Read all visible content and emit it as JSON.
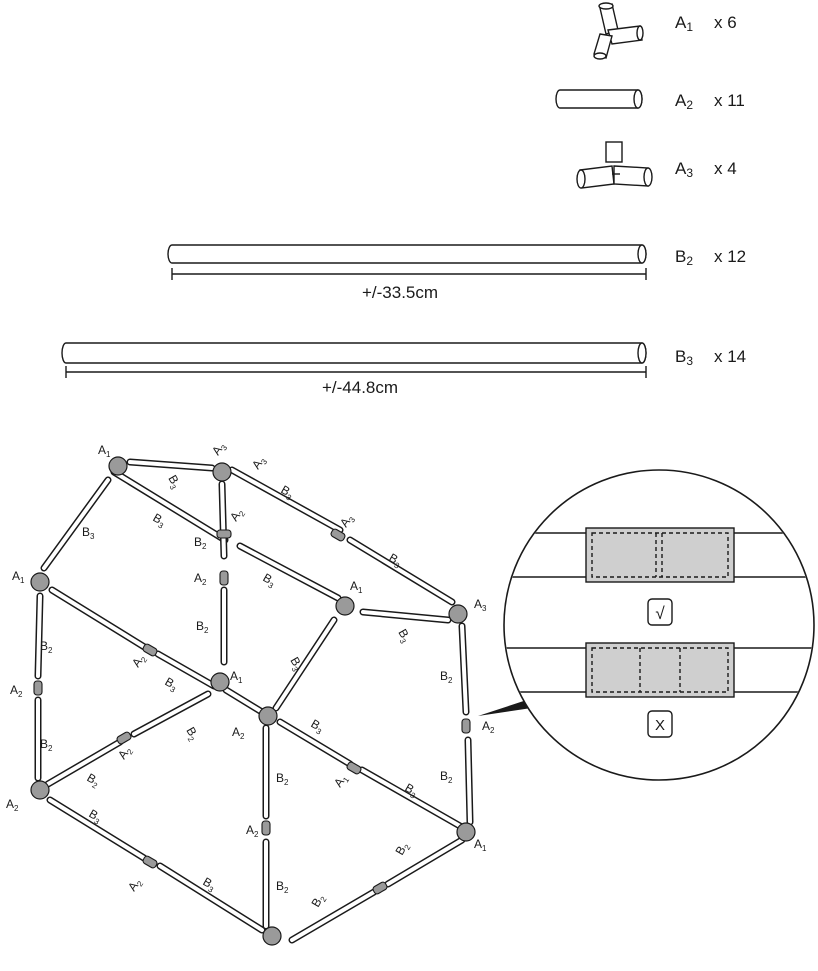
{
  "parts": [
    {
      "name": "A",
      "sub": "1",
      "qty": "x 6",
      "icon": "three-way-corner-connector-icon"
    },
    {
      "name": "A",
      "sub": "2",
      "qty": "x 11",
      "icon": "straight-coupler-icon"
    },
    {
      "name": "A",
      "sub": "3",
      "qty": "x 4",
      "icon": "t-connector-icon"
    },
    {
      "name": "B",
      "sub": "2",
      "qty": "x 12",
      "icon": "short-tube-icon",
      "length": "+/-33.5cm"
    },
    {
      "name": "B",
      "sub": "3",
      "qty": "x 14",
      "icon": "long-tube-icon",
      "length": "+/-44.8cm"
    }
  ],
  "frame_labels": [
    {
      "name": "A",
      "sub": "1"
    },
    {
      "name": "A",
      "sub": "3"
    },
    {
      "name": "A",
      "sub": "2"
    },
    {
      "name": "A",
      "sub": "3"
    },
    {
      "name": "A",
      "sub": "1"
    },
    {
      "name": "A",
      "sub": "2"
    },
    {
      "name": "A",
      "sub": "1"
    },
    {
      "name": "A",
      "sub": "3"
    },
    {
      "name": "A",
      "sub": "2"
    },
    {
      "name": "A",
      "sub": "3"
    },
    {
      "name": "A",
      "sub": "2"
    },
    {
      "name": "A",
      "sub": "2"
    },
    {
      "name": "A",
      "sub": "1"
    },
    {
      "name": "A",
      "sub": "2"
    },
    {
      "name": "A",
      "sub": "2"
    },
    {
      "name": "A",
      "sub": "1"
    },
    {
      "name": "A",
      "sub": "2"
    },
    {
      "name": "A",
      "sub": "1"
    },
    {
      "name": "A",
      "sub": "2"
    },
    {
      "name": "A",
      "sub": "2"
    },
    {
      "name": "B",
      "sub": "3"
    },
    {
      "name": "B",
      "sub": "3"
    },
    {
      "name": "B",
      "sub": "3"
    },
    {
      "name": "B",
      "sub": "2"
    },
    {
      "name": "B",
      "sub": "3"
    },
    {
      "name": "B",
      "sub": "3"
    },
    {
      "name": "B",
      "sub": "2"
    },
    {
      "name": "B",
      "sub": "3"
    },
    {
      "name": "B",
      "sub": "3"
    },
    {
      "name": "B",
      "sub": "3"
    },
    {
      "name": "B",
      "sub": "2"
    },
    {
      "name": "B",
      "sub": "2"
    },
    {
      "name": "B",
      "sub": "3"
    },
    {
      "name": "B",
      "sub": "2"
    },
    {
      "name": "B",
      "sub": "2"
    },
    {
      "name": "B",
      "sub": "2"
    },
    {
      "name": "B",
      "sub": "3"
    },
    {
      "name": "B",
      "sub": "3"
    },
    {
      "name": "B",
      "sub": "2"
    },
    {
      "name": "B",
      "sub": "2"
    },
    {
      "name": "B",
      "sub": "3"
    },
    {
      "name": "B",
      "sub": "2"
    },
    {
      "name": "B",
      "sub": "3"
    },
    {
      "name": "B",
      "sub": "2"
    },
    {
      "name": "B",
      "sub": "2"
    }
  ],
  "inset": {
    "correct_mark": "√",
    "incorrect_mark": "X"
  },
  "colors": {
    "line": "#1a1a1a",
    "connector_fill": "#9a9a9a",
    "sleeve_fill": "#cfcfcf"
  }
}
